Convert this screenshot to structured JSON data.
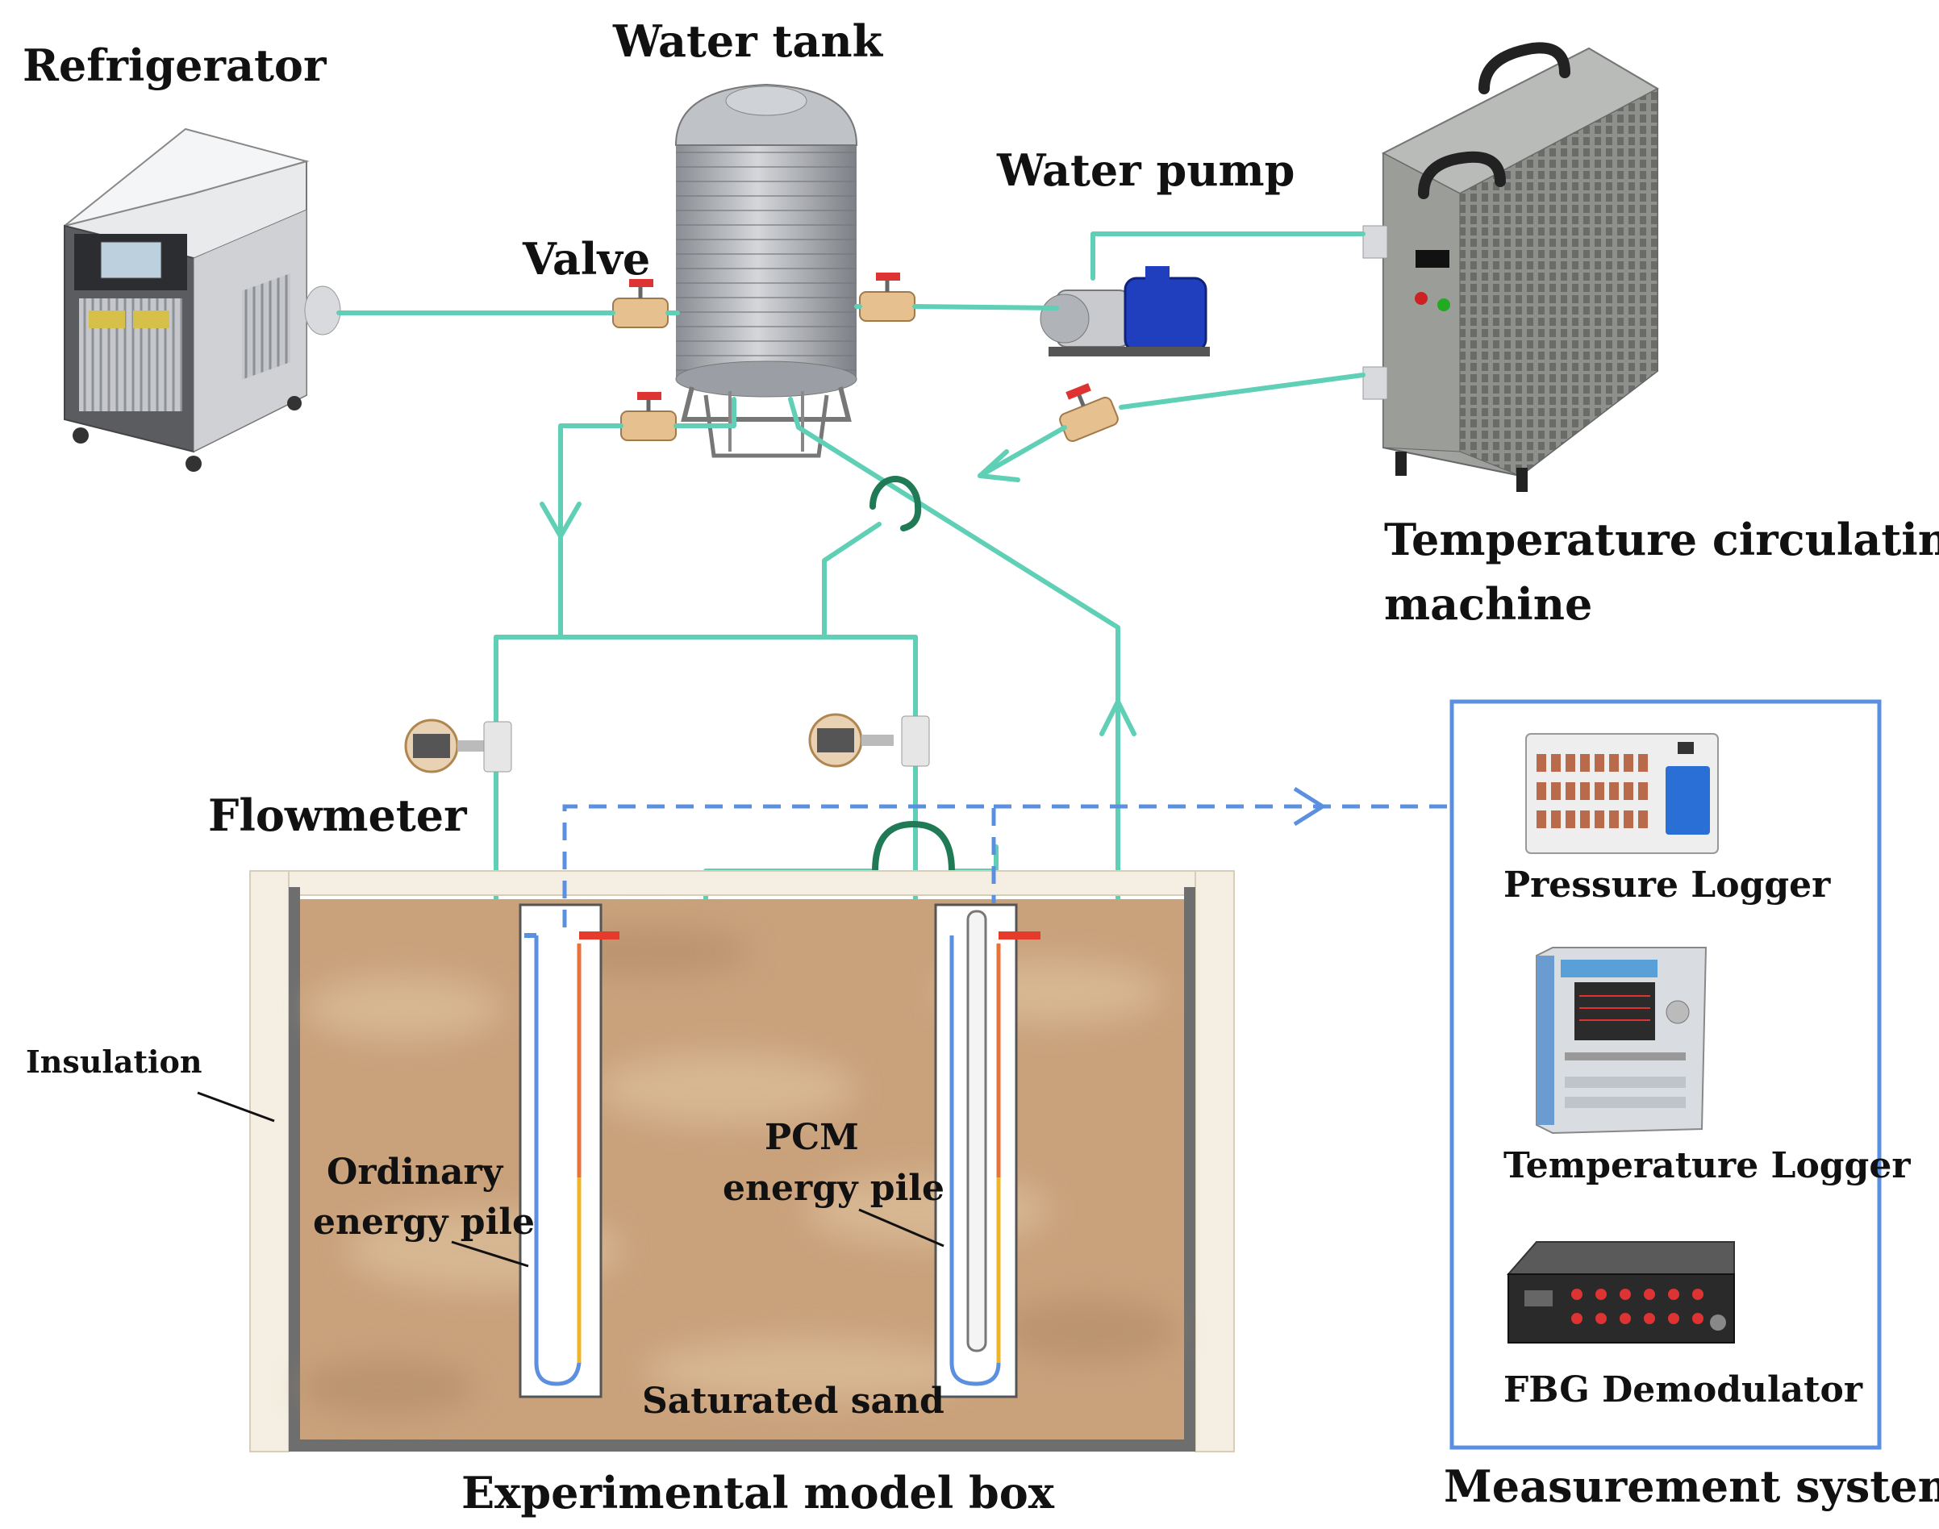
{
  "labels": {
    "refrigerator": "Refrigerator",
    "water_tank": "Water tank",
    "valve": "Valve",
    "water_pump": "Water pump",
    "temp_machine_line1": "Temperature circulating",
    "temp_machine_line2": "machine",
    "flowmeter": "Flowmeter",
    "insulation": "Insulation",
    "ordinary_line1": "Ordinary",
    "ordinary_line2": "energy pile",
    "pcm_line1": "PCM",
    "pcm_line2": "energy pile",
    "saturated_sand": "Saturated sand",
    "experimental_box": "Experimental model box",
    "pressure_logger": "Pressure Logger",
    "temperature_logger": "Temperature Logger",
    "fbg_demodulator": "FBG Demodulator",
    "measurement_system": "Measurement system"
  },
  "colors": {
    "water_pipe": "#5fd0b6",
    "crossover": "#1f7a55",
    "signal_line": "#5b8fe0",
    "sand": "#c9a27c",
    "cold_pipe": "#5b8fe0",
    "hot_pipe": "#e8733a",
    "pump_motor": "#1f3fbf"
  }
}
